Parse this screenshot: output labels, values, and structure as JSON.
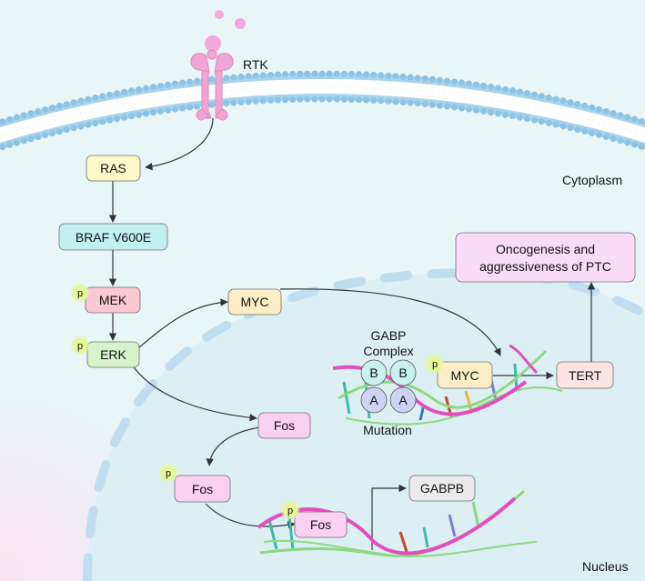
{
  "labels": {
    "rtk": "RTK",
    "cytoplasm": "Cytoplasm",
    "nucleus": "Nucleus",
    "gabp_complex_line1": "GABP",
    "gabp_complex_line2": "Complex",
    "mutation": "Mutation",
    "phospho": "p"
  },
  "nodes": {
    "ras": "RAS",
    "braf": "BRAF V600E",
    "mek": "MEK",
    "erk": "ERK",
    "myc_cyto": "MYC",
    "myc_nuc": "MYC",
    "fos_upper": "Fos",
    "fos_lower": "Fos",
    "fos_dna": "Fos",
    "gabpb": "GABPB",
    "tert": "TERT",
    "outcome_line1": "Oncogenesis and",
    "outcome_line2": "aggressiveness of PTC",
    "subunit_b": "B",
    "subunit_a": "A"
  },
  "colors": {
    "background": "#e8f6f8",
    "nucleus_fill": "#dcf0f3",
    "nucleus_dash": "#bfdff0",
    "membrane_head": "#a9d4ec",
    "rtk": "#f0a5d3",
    "ligand": "#f4a8dc",
    "ras": "#fcf9c8",
    "braf": "#c2eff0",
    "mek": "#f9c8d2",
    "erk": "#d6f4cc",
    "myc": "#fdeec8",
    "fos": "#fbd1f1",
    "gabpb": "#ebebeb",
    "tert": "#fde3e3",
    "outcome": "#fadcf8",
    "subunit_b": "#c8f2ec",
    "subunit_a": "#cdd3f2",
    "phospho": "#e4f79a",
    "dna_pink": "#e24fbd",
    "dna_green": "#8ed883"
  }
}
